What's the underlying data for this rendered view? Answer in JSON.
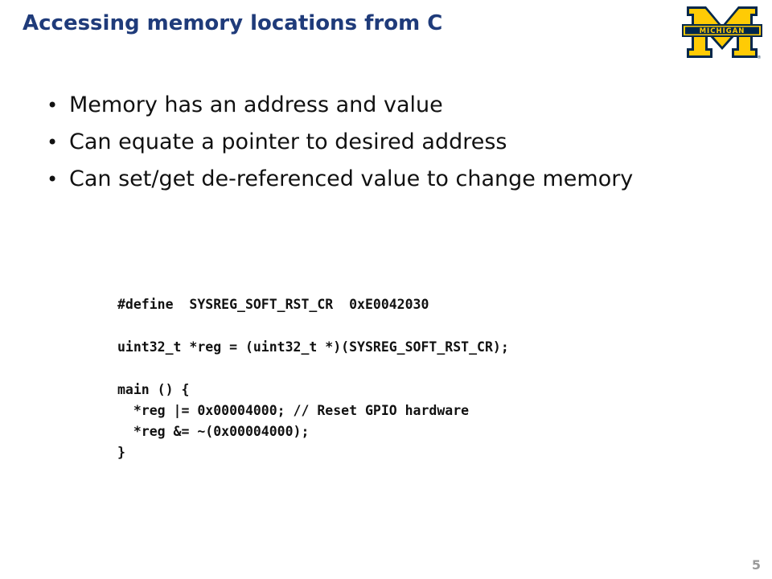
{
  "slide": {
    "title": "Accessing memory locations from C",
    "logo_text": "MICHIGAN",
    "bullets": [
      "Memory has an address and value",
      "Can equate a pointer to desired address",
      "Can set/get de-referenced value to change memory"
    ],
    "code": {
      "define_line": "#define  SYSREG_SOFT_RST_CR  0xE0042030",
      "decl_line": "uint32_t *reg = (uint32_t *)(SYSREG_SOFT_RST_CR);",
      "main_open": "main () {",
      "reset_line": "  *reg |= 0x00004000; // Reset GPIO hardware",
      "clear_line": "  *reg &= ~(0x00004000);",
      "main_close": "}"
    },
    "page_number": "5"
  },
  "colors": {
    "title": "#1f3b7a",
    "logo_blue": "#00274c",
    "logo_maize": "#ffcb05",
    "page_number": "#9a9a9a"
  }
}
